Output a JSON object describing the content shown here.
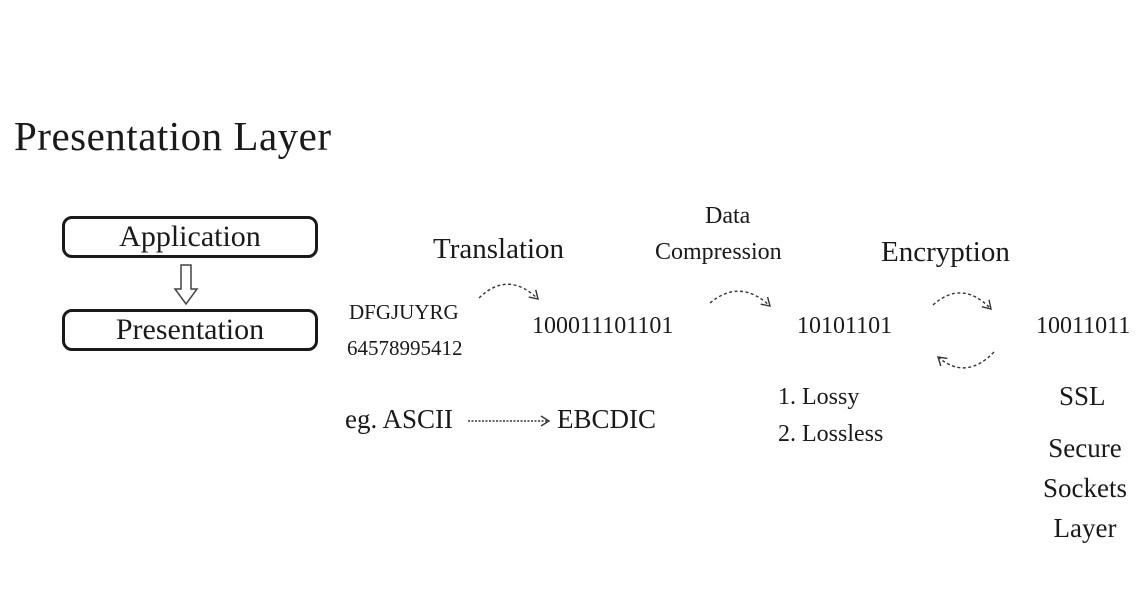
{
  "title": "Presentation Layer",
  "layers": {
    "upper": "Application",
    "current": "Presentation"
  },
  "translation": {
    "heading": "Translation",
    "input_line1": "DFGJUYRG",
    "input_line2": "64578995412",
    "output": "100011101101",
    "example_from": "eg. ASCII",
    "example_to": "EBCDIC"
  },
  "compression": {
    "heading_line1": "Data",
    "heading_line2": "Compression",
    "output": "10101101",
    "types": [
      "1. Lossy",
      "2. Lossless"
    ]
  },
  "encryption": {
    "heading": "Encryption",
    "output": "10011011",
    "protocol": "SSL",
    "protocol_full": [
      "Secure",
      "Sockets",
      "Layer"
    ]
  }
}
